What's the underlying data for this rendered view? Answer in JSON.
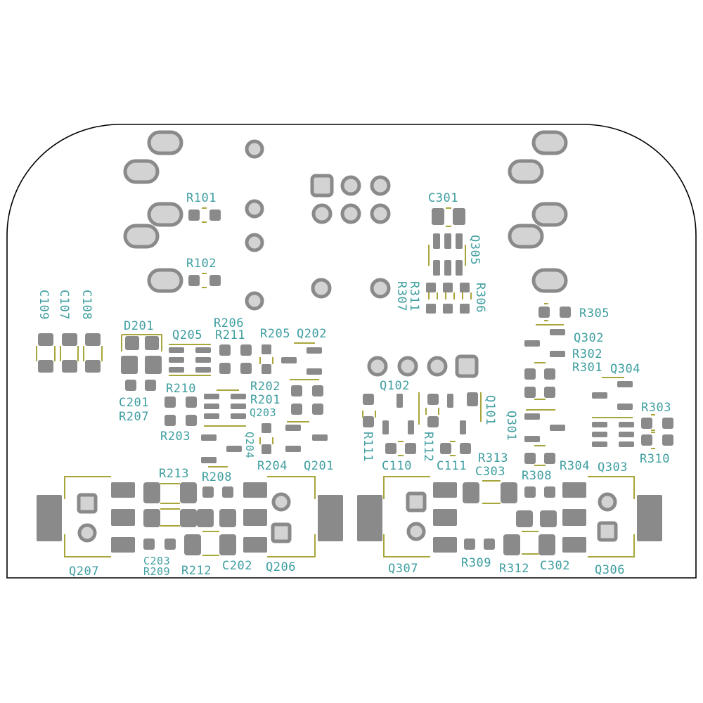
{
  "colors": {
    "background": "#ffffff",
    "board_outline": "#000000",
    "pad": "#8a8a8a",
    "hole": "#ffffff",
    "silkscreen": "#a8a63a",
    "reference_text": "#3f9ea0"
  },
  "references": {
    "R101": "R101",
    "R102": "R102",
    "C301": "C301",
    "Q305": "Q305",
    "R311": "R311",
    "R307": "R307",
    "R306": "R306",
    "C109": "C109",
    "C107": "C107",
    "C108": "C108",
    "D201": "D201",
    "R206": "R206",
    "R211": "R211",
    "R205": "R205",
    "Q205": "Q205",
    "Q202": "Q202",
    "R305": "R305",
    "Q302": "Q302",
    "R302": "R302",
    "R301": "R301",
    "Q304": "Q304",
    "Q102": "Q102",
    "C201": "C201",
    "R207": "R207",
    "R210": "R210",
    "R202": "R202",
    "R201": "R201",
    "Q203": "Q203",
    "R203": "R203",
    "Q204": "Q204",
    "R204": "R204",
    "Q201": "Q201",
    "R111": "R111",
    "R112": "R112",
    "Q101": "Q101",
    "Q301": "Q301",
    "R303": "R303",
    "R310": "R310",
    "C110": "C110",
    "C111": "C111",
    "R313": "R313",
    "C303": "C303",
    "R304": "R304",
    "Q303": "Q303",
    "R308": "R308",
    "R213": "R213",
    "R208": "R208",
    "C203": "C203",
    "R209": "R209",
    "R212": "R212",
    "C202": "C202",
    "Q206": "Q206",
    "Q207": "Q207",
    "Q307": "Q307",
    "R309": "R309",
    "R312": "R312",
    "C302": "C302",
    "Q306": "Q306"
  }
}
